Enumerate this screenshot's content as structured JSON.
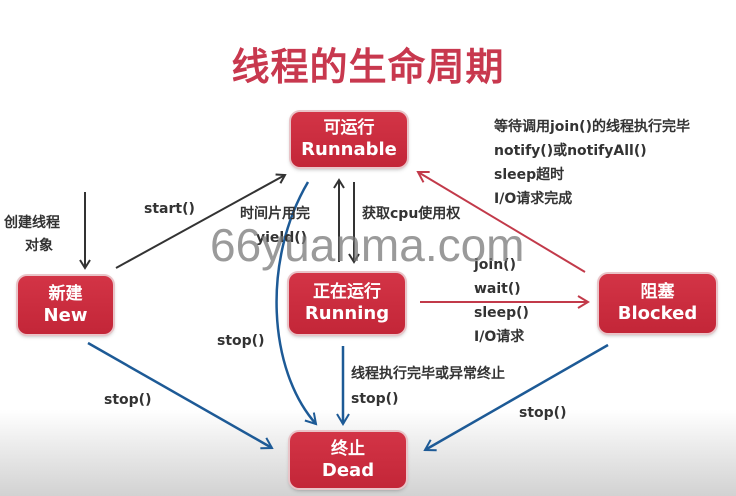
{
  "title": "线程的生命周期",
  "colors": {
    "title": "#c8384e",
    "state_box": "#cc2c3e",
    "arrow_black": "#333333",
    "arrow_red": "#c23a4a",
    "arrow_blue": "#1d5a96"
  },
  "states": {
    "new": {
      "cn": "新建",
      "en": "New"
    },
    "runnable": {
      "cn": "可运行",
      "en": "Runnable"
    },
    "running": {
      "cn": "正在运行",
      "en": "Running"
    },
    "blocked": {
      "cn": "阻塞",
      "en": "Blocked"
    },
    "dead": {
      "cn": "终止",
      "en": "Dead"
    }
  },
  "labels": {
    "create_thread": [
      "创建线程",
      "对象"
    ],
    "start": "start()",
    "time_slice": "时间片用完",
    "yield": "yield()",
    "get_cpu": "获取cpu使用权",
    "unblock": [
      "等待调用join()的线程执行完毕",
      "notify()或notifyAll()",
      "sleep超时",
      "I/O请求完成"
    ],
    "block": [
      "join()",
      "wait()",
      "sleep()",
      "I/O请求"
    ],
    "runnable_stop": "stop()",
    "new_stop": "stop()",
    "running_end": [
      "线程执行完毕或异常终止",
      "stop()"
    ],
    "blocked_stop": "stop()"
  },
  "watermark": "66yuanma.com"
}
